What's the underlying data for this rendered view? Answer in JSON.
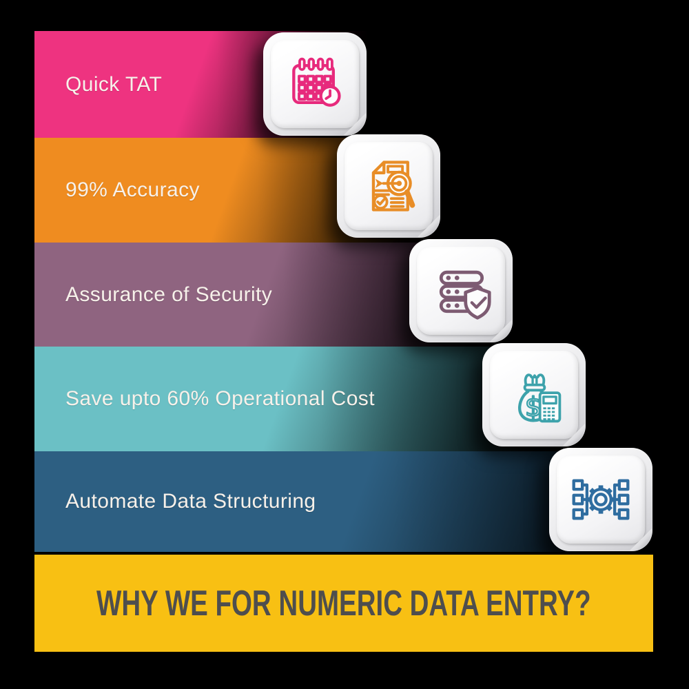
{
  "background_color": "#000000",
  "label_text_color": "#F7F1EA",
  "steps": [
    {
      "label": "Quick TAT",
      "bar_color": "#EE3380",
      "icon": "calendar-clock-icon",
      "icon_color": "#E72A7C"
    },
    {
      "label": "99% Accuracy",
      "bar_color": "#EF8C20",
      "icon": "document-search-icon",
      "icon_color": "#E88D27"
    },
    {
      "label": "Assurance of Security",
      "bar_color": "#8F6480",
      "icon": "server-shield-icon",
      "icon_color": "#7D5B72"
    },
    {
      "label": "Save upto 60% Operational Cost",
      "bar_color": "#6BC0C5",
      "icon": "moneybag-calculator-icon",
      "icon_color": "#3DA2AB"
    },
    {
      "label": "Automate Data Structuring",
      "bar_color": "#2D5F82",
      "icon": "gear-flowchart-icon",
      "icon_color": "#2F6DA0"
    }
  ],
  "title_banner": {
    "label": "WHY WE FOR NUMERIC DATA ENTRY?",
    "bg_color": "#F8C013",
    "text_color": "#4E4E4E"
  }
}
